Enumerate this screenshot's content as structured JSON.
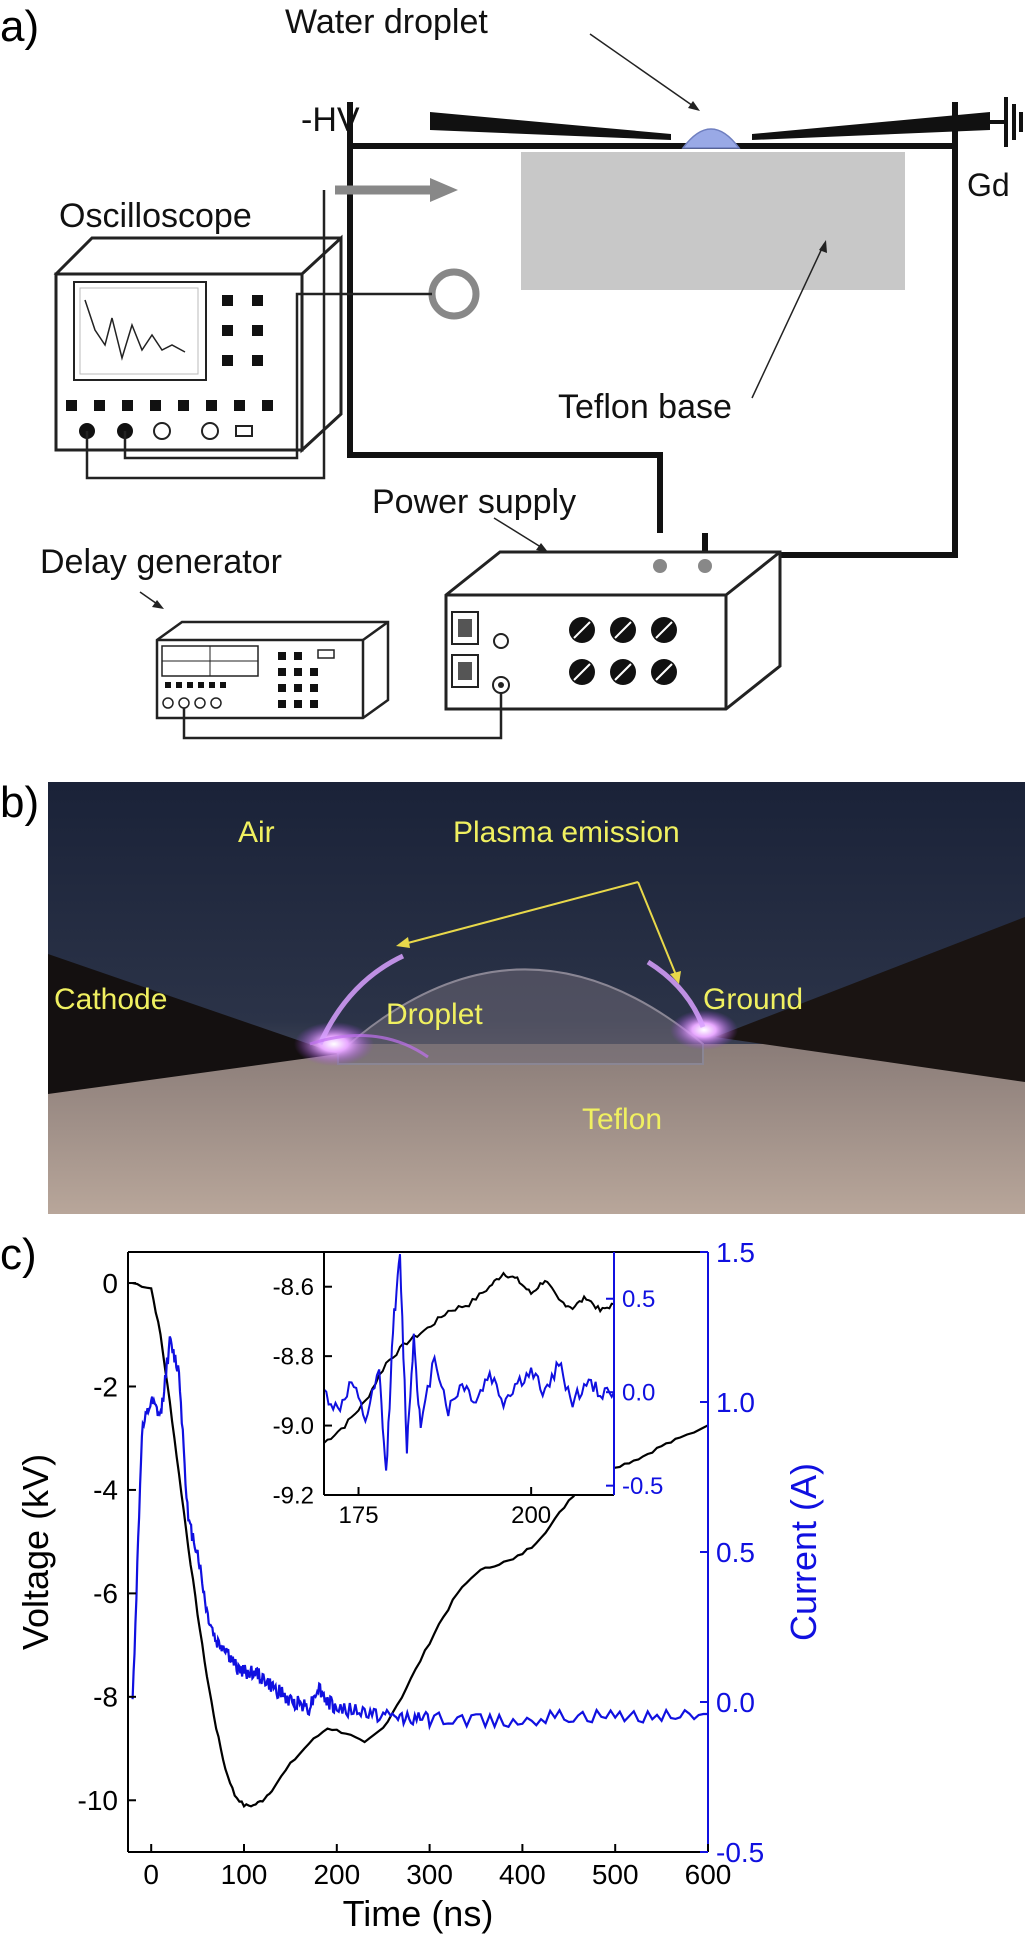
{
  "panel_a": {
    "label": "a)",
    "water_droplet": "Water droplet",
    "hv": "-HV",
    "gd": "Gd",
    "oscilloscope": "Oscilloscope",
    "teflon_base": "Teflon base",
    "power_supply": "Power supply",
    "delay_generator": "Delay generator"
  },
  "panel_b": {
    "label": "b)",
    "air": "Air",
    "plasma_emission": "Plasma emission",
    "cathode": "Cathode",
    "droplet": "Droplet",
    "ground": "Ground",
    "teflon": "Teflon"
  },
  "panel_c": {
    "label": "c)",
    "colors": {
      "voltage": "#000000",
      "current": "#1010e0"
    }
  },
  "chart_data": [
    {
      "type": "line",
      "xlabel": "Time (ns)",
      "ylabel": "Voltage (kV)",
      "y2label": "Current (A)",
      "xlim": [
        -25,
        600
      ],
      "ylim": [
        -11,
        0.6
      ],
      "y2lim": [
        -0.5,
        1.5
      ],
      "xticks": [
        "0",
        "100",
        "200",
        "300",
        "400",
        "500",
        "600"
      ],
      "yticks": [
        "0",
        "-2",
        "-4",
        "-6",
        "-8",
        "-10"
      ],
      "y2ticks": [
        "1.5",
        "1.0",
        "0.5",
        "0.0",
        "-0.5"
      ],
      "series": [
        {
          "axis": "left",
          "x": [
            -20,
            0,
            10,
            20,
            30,
            40,
            50,
            60,
            70,
            80,
            90,
            100,
            110,
            120,
            130,
            150,
            170,
            190,
            210,
            230,
            250,
            270,
            290,
            310,
            330,
            350,
            370,
            390,
            410,
            430,
            450,
            470,
            490,
            510,
            530,
            550,
            570,
            600
          ],
          "y": [
            0,
            -0.1,
            -1.0,
            -2.3,
            -3.7,
            -5.1,
            -6.4,
            -7.6,
            -8.6,
            -9.4,
            -9.9,
            -10.1,
            -10.1,
            -10.0,
            -9.8,
            -9.3,
            -8.9,
            -8.6,
            -8.7,
            -8.9,
            -8.6,
            -8.0,
            -7.3,
            -6.6,
            -6.0,
            -5.6,
            -5.45,
            -5.35,
            -5.1,
            -4.7,
            -4.2,
            -3.8,
            -3.6,
            -3.5,
            -3.35,
            -3.15,
            -3.0,
            -2.75
          ]
        },
        {
          "axis": "right",
          "x": [
            -20,
            -10,
            0,
            10,
            20,
            30,
            40,
            50,
            60,
            70,
            80,
            90,
            100,
            110,
            120,
            130,
            140,
            150,
            160,
            170,
            180,
            190,
            200,
            220,
            240,
            260,
            280,
            300,
            350,
            400,
            450,
            500,
            550,
            600
          ],
          "y": [
            0.0,
            0.9,
            1.0,
            0.95,
            1.2,
            1.1,
            0.6,
            0.5,
            0.3,
            0.2,
            0.18,
            0.12,
            0.1,
            0.1,
            0.08,
            0.05,
            0.03,
            0.0,
            0.0,
            -0.02,
            0.05,
            0.0,
            -0.02,
            -0.03,
            -0.04,
            -0.05,
            -0.05,
            -0.06,
            -0.06,
            -0.06,
            -0.05,
            -0.05,
            -0.04,
            -0.04
          ]
        }
      ]
    },
    {
      "type": "line",
      "inset": true,
      "xlim": [
        170,
        212
      ],
      "ylim": [
        -9.2,
        -8.5
      ],
      "y2lim": [
        -0.55,
        0.75
      ],
      "xticks": [
        "175",
        "200"
      ],
      "yticks": [
        "-8.6",
        "-8.8",
        "-9.0",
        "-9.2"
      ],
      "y2ticks": [
        "0.5",
        "0.0",
        "-0.5"
      ],
      "series": [
        {
          "axis": "left",
          "x": [
            170,
            173,
            176,
            179,
            182,
            185,
            188,
            191,
            194,
            196,
            198,
            200,
            202,
            204,
            206,
            208,
            210,
            212
          ],
          "y": [
            -9.05,
            -9.0,
            -8.93,
            -8.82,
            -8.76,
            -8.72,
            -8.67,
            -8.65,
            -8.6,
            -8.56,
            -8.58,
            -8.62,
            -8.58,
            -8.64,
            -8.66,
            -8.63,
            -8.67,
            -8.65
          ]
        },
        {
          "axis": "right",
          "x": [
            170,
            172,
            174,
            176,
            178,
            179,
            180,
            181,
            182,
            183,
            184,
            186,
            188,
            190,
            192,
            194,
            196,
            198,
            200,
            202,
            204,
            206,
            208,
            210,
            212
          ],
          "y": [
            0.0,
            -0.1,
            0.05,
            -0.15,
            0.1,
            -0.45,
            0.35,
            0.72,
            -0.3,
            0.3,
            -0.2,
            0.2,
            -0.1,
            0.05,
            -0.05,
            0.1,
            -0.05,
            0.05,
            0.1,
            0.0,
            0.15,
            -0.05,
            0.05,
            0.0,
            0.0
          ]
        }
      ]
    }
  ]
}
